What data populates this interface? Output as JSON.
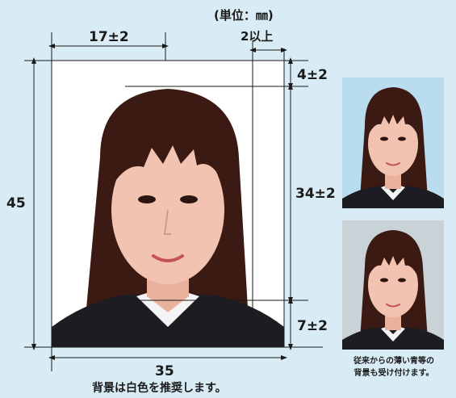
{
  "unit_label": "(単位：㎜)",
  "dimensions": {
    "top_center_offset": "17±2",
    "right_margin": "2以上",
    "head_top_gap": "4±2",
    "face_length": "34±2",
    "chin_gap": "7±2",
    "height": "45",
    "width": "35"
  },
  "captions": {
    "main_note": "背景は白色を推奨します。",
    "side_note_line1": "従来からの薄い青等の",
    "side_note_line2": "背景も受け付けます。"
  },
  "colors": {
    "page_background": "#d9ecf5",
    "recommended_background": "#ffffff",
    "blue_background": "#b9dcef",
    "gray_background": "#c9d2d6",
    "hair": "#3b1a14",
    "skin": "#f2c3b0",
    "uniform": "#1c1c22"
  }
}
